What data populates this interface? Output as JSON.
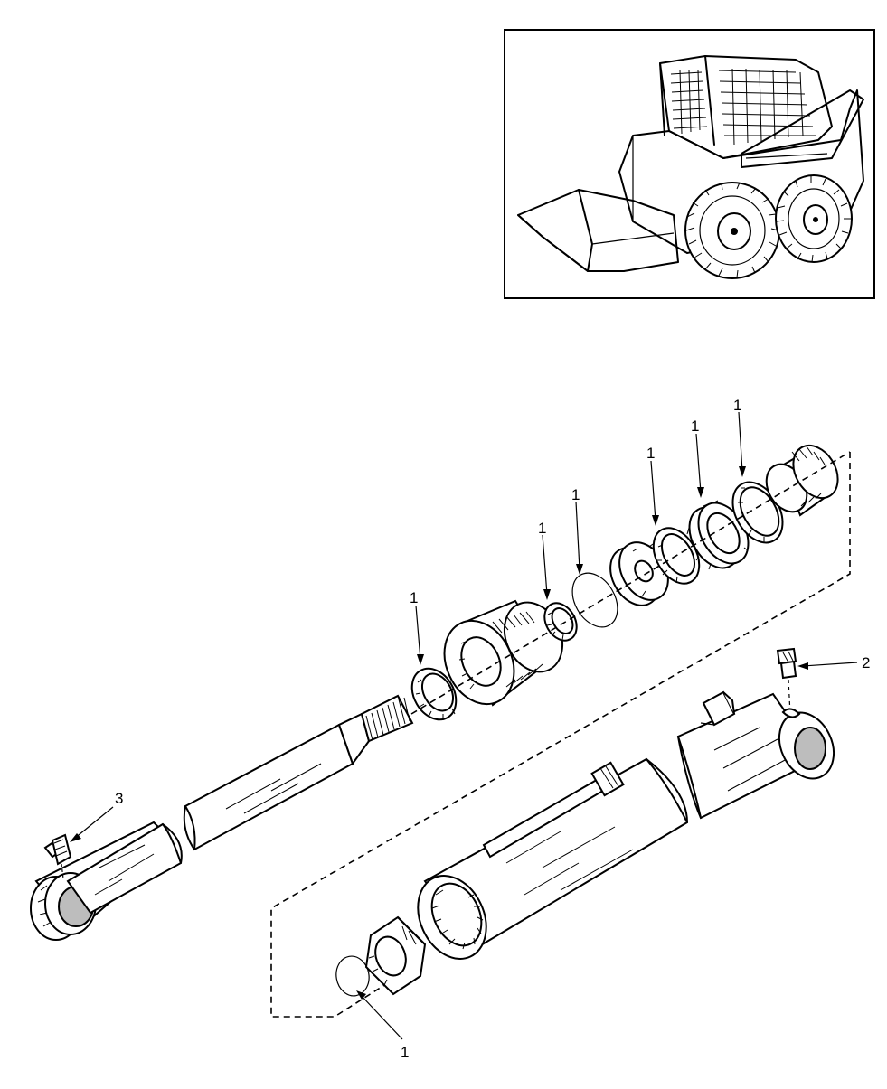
{
  "diagram": {
    "callouts": [
      {
        "id": "c-1-ring-a",
        "label": "1"
      },
      {
        "id": "c-1-ring-b",
        "label": "1"
      },
      {
        "id": "c-1-oring-a",
        "label": "1"
      },
      {
        "id": "c-1-wear-ring",
        "label": "1"
      },
      {
        "id": "c-1-seal-a",
        "label": "1"
      },
      {
        "id": "c-1-seal-b",
        "label": "1"
      },
      {
        "id": "c-1-oring-bottom",
        "label": "1"
      },
      {
        "id": "c-2-grease-fitting",
        "label": "2"
      },
      {
        "id": "c-3-grease-fitting",
        "label": "3"
      }
    ]
  }
}
